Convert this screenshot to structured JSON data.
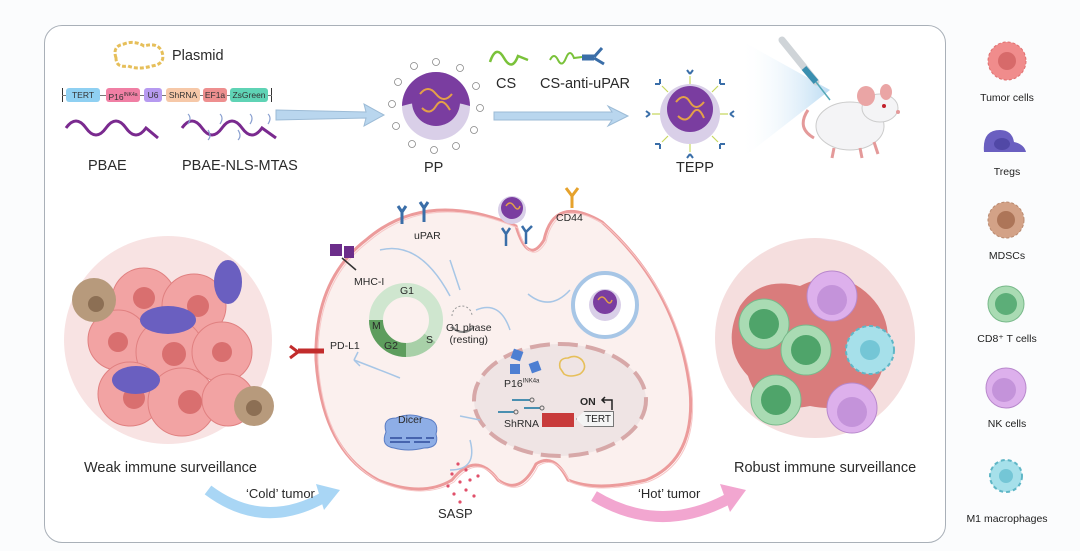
{
  "figure": {
    "top_row": {
      "plasmid_label": "Plasmid",
      "construct_segments": [
        {
          "label": "TERT",
          "color": "#8fd0f2"
        },
        {
          "label": "P16",
          "sup": "INK4a",
          "color": "#f07fa4"
        },
        {
          "label": "U6",
          "color": "#b69af0"
        },
        {
          "label": "ShRNA",
          "color": "#f6c8a8"
        },
        {
          "label": "EF1a",
          "color": "#ee8f8f"
        },
        {
          "label": "ZsGreen",
          "color": "#5fd3b5"
        }
      ],
      "polymer_labels": [
        "PBAE",
        "PBAE-NLS-MTAS"
      ],
      "pp_label": "PP",
      "cs_label": "CS",
      "cs_anti_upar_label": "CS-anti-uPAR",
      "tepp_label": "TEPP"
    },
    "cell": {
      "receptor_labels": {
        "upar": "uPAR",
        "cd44": "CD44",
        "mhc": "MHC-I",
        "pdl1": "PD-L1"
      },
      "cell_cycle": {
        "phases": [
          "G1",
          "S",
          "G2",
          "M"
        ],
        "arrest_label_line1": "G1 phase",
        "arrest_label_line2": "(resting)"
      },
      "nucleus": {
        "p16_label": "P16",
        "p16_sup": "INK4a",
        "shrna_label": "ShRNA",
        "on_label": "ON",
        "tert_label": "TERT"
      },
      "dicer_label": "Dicer",
      "sasp_label": "SASP"
    },
    "left_tumor_label": "Weak immune surveillance",
    "right_tumor_label": "Robust immune surveillance",
    "cold_label": "‘Cold’ tumor",
    "hot_label": "‘Hot’ tumor",
    "legend": [
      {
        "label": "Tumor cells",
        "color": "#f08c8c"
      },
      {
        "label": "Tregs",
        "color": "#6a5fc0"
      },
      {
        "label": "MDSCs",
        "color": "#c8927a"
      },
      {
        "label": "CD8⁺ T cells",
        "color": "#8fcf9f"
      },
      {
        "label": "NK cells",
        "color": "#d59be6"
      },
      {
        "label": "M1 macrophages",
        "color": "#8fd6e0"
      }
    ],
    "colors": {
      "frame": "#a9b0b8",
      "arrow_blue": "#8ec6ec",
      "arrow_pink": "#f2a6d0",
      "membrane": "#ec9b9b",
      "nanoparticle": "#7a3da0"
    }
  }
}
